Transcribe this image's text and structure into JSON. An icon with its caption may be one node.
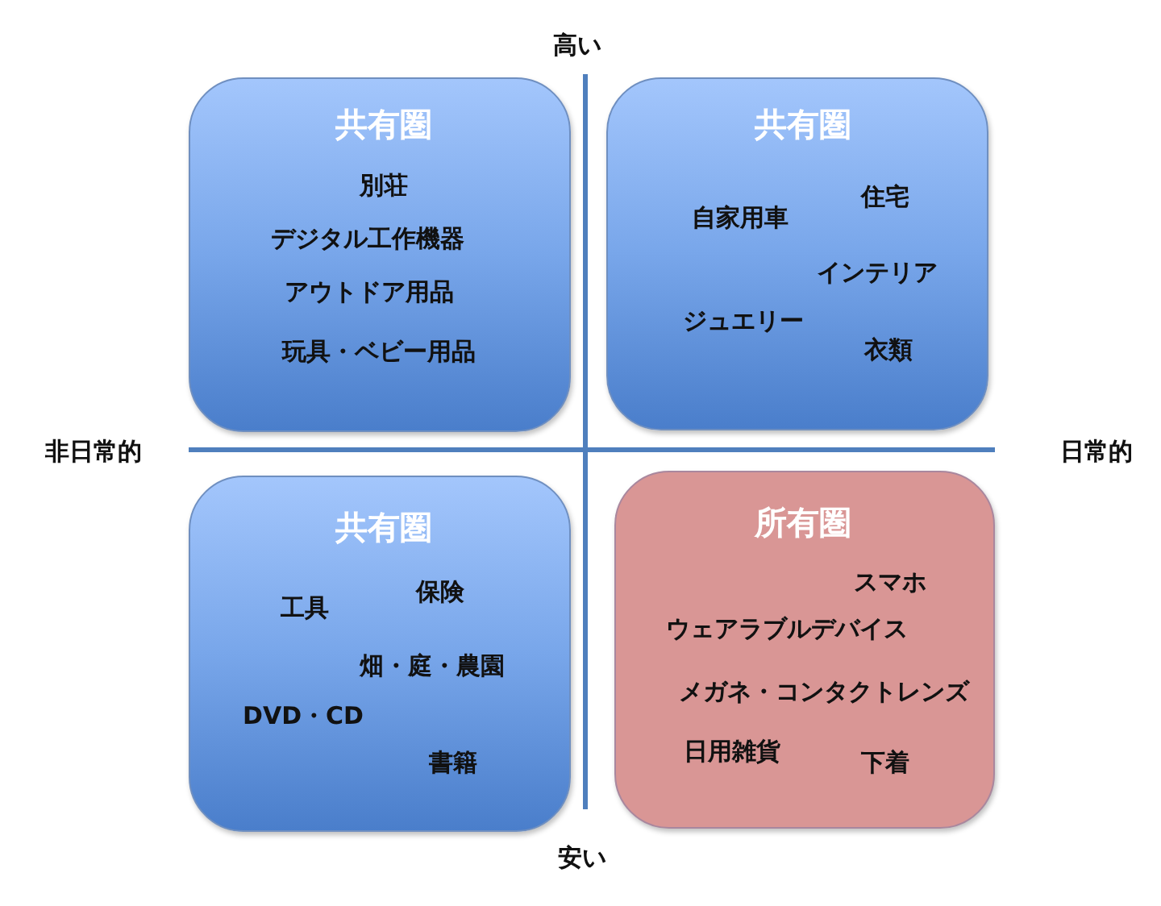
{
  "diagram": {
    "nodes": [
      {
        "text": [
          "共有圏",
          "別荘",
          "デジタル工作機器",
          "アウトドア用品",
          "玩具・ベビー用品"
        ]
      },
      {
        "text": [
          "共有圏",
          "住宅",
          "自家用車",
          "インテリア",
          "ジュエリー",
          "衣類"
        ]
      },
      {
        "text": [
          "共有圏",
          "保険",
          "工具",
          "畑・庭・農園",
          "DVD・CD",
          "書籍"
        ]
      },
      {
        "text": [
          "所有圏",
          "スマホ",
          "ウェアラブルデバイス",
          "メガネ・コンタクトレンズ",
          "日用雑貨",
          "下着"
        ]
      }
    ],
    "labels": [
      "高い",
      "非日常的",
      "日常的",
      "安い"
    ]
  }
}
